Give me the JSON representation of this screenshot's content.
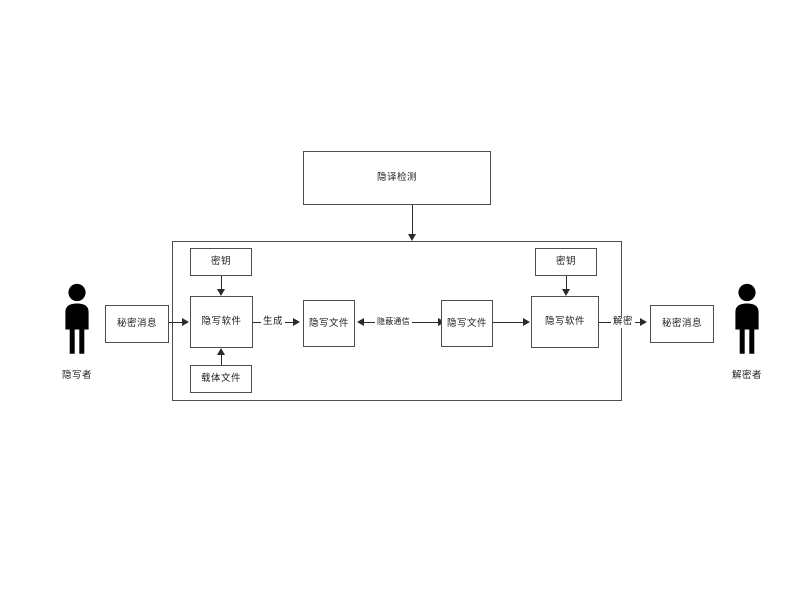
{
  "diagram": {
    "title": "",
    "colors": {
      "box_border": "#4d4d4d",
      "line": "#2b2b2b",
      "text": "#1a1a1a",
      "background": "#ffffff",
      "actor_fill": "#000000"
    },
    "detection": {
      "label": "隐译检测"
    },
    "channel": {
      "label": ""
    },
    "actors": [
      {
        "name": "sender",
        "caption": "隐写者"
      },
      {
        "name": "receiver",
        "caption": "解密者"
      }
    ],
    "boxes": [
      {
        "id": "secret-message-in",
        "label": "秘密消息"
      },
      {
        "id": "key-left",
        "label": "密钥"
      },
      {
        "id": "stego-software-left",
        "label": "隐写软件"
      },
      {
        "id": "carrier-file",
        "label": "载体文件"
      },
      {
        "id": "stego-file-left",
        "label": "隐写文件"
      },
      {
        "id": "stego-file-right",
        "label": "隐写文件"
      },
      {
        "id": "key-right",
        "label": "密钥"
      },
      {
        "id": "stego-software-right",
        "label": "隐写软件"
      },
      {
        "id": "secret-message-out",
        "label": "秘密消息"
      }
    ],
    "edge_labels": [
      {
        "id": "generate",
        "label": "生成"
      },
      {
        "id": "covert-comm",
        "label": "隐蔽通信"
      },
      {
        "id": "decrypt",
        "label": "解密"
      }
    ]
  }
}
